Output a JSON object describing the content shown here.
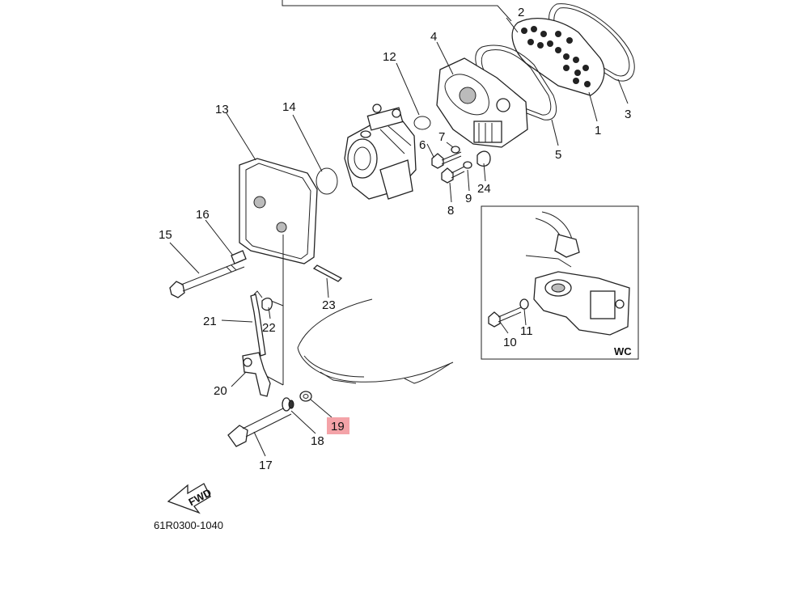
{
  "diagram": {
    "part_labels": {
      "p1": "1",
      "p2": "2",
      "p3": "3",
      "p4": "4",
      "p5": "5",
      "p6": "6",
      "p7": "7",
      "p8": "8",
      "p9": "9",
      "p10": "10",
      "p11": "11",
      "p12": "12",
      "p13": "13",
      "p14": "14",
      "p15": "15",
      "p16": "16",
      "p17": "17",
      "p18": "18",
      "p19": "19",
      "p20": "20",
      "p21": "21",
      "p22": "22",
      "p23": "23",
      "p24": "24"
    },
    "highlighted_part": "19",
    "highlight_color": "#f4a3a8",
    "inset_label": "WC",
    "fwd_arrow_text": "FWD",
    "drawing_code": "61R0300-1040"
  }
}
